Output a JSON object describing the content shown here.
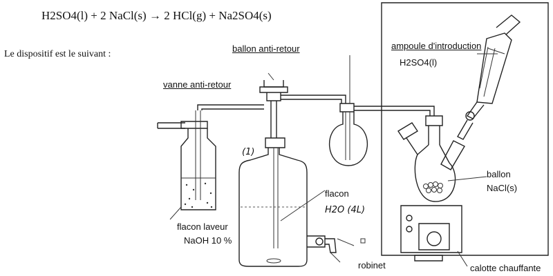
{
  "equation": "H2SO4(l) + 2 NaCl(s) → 2 HCl(g) + Na2SO4(s)",
  "intro": "Le dispositif est le suivant :",
  "labels": {
    "ballon_anti_retour": "ballon anti-retour",
    "vanne_anti_retour": "vanne anti-retour",
    "ampoule_line1": "ampoule d'introduction",
    "ampoule_line2": "H2SO4(l)",
    "ballon_line1": "ballon",
    "ballon_line2": "NaCl(s)",
    "flacon_line1": "flacon",
    "flacon_line2": "H2O (4L)",
    "flacon_laveur_line1": "flacon laveur",
    "flacon_laveur_line2": "NaOH 10 %",
    "robinet": "robinet",
    "calotte": "calotte chauffante",
    "bottle_mark": "(1)"
  }
}
